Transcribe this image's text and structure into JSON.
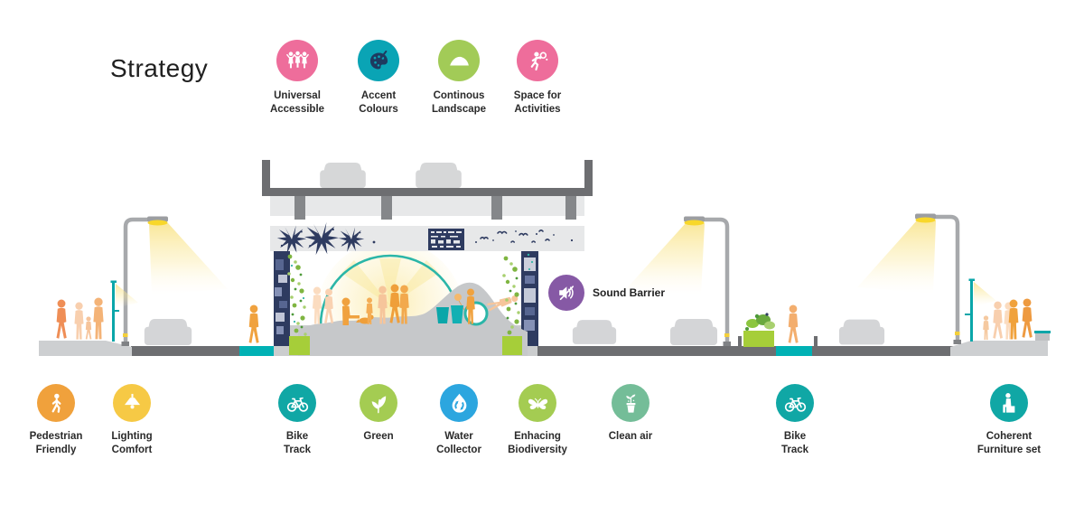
{
  "title": "Strategy",
  "sound_barrier": {
    "label": "Sound Barrier",
    "color": "#8659a5",
    "icon": "muted-speaker-icon"
  },
  "top_icons": [
    {
      "label": "Universal\nAccessible",
      "color": "#ee6d9b",
      "icon": "people-icon"
    },
    {
      "label": "Accent\nColours",
      "color": "#0aa4b5",
      "icon": "palette-icon"
    },
    {
      "label": "Continous\nLandscape",
      "color": "#a2cb57",
      "icon": "landscape-icon"
    },
    {
      "label": "Space for\nActivities",
      "color": "#ee6d9b",
      "icon": "activity-icon"
    }
  ],
  "bottom_icons": [
    {
      "label": "Pedestrian\nFriendly",
      "color": "#f0a13c",
      "icon": "pedestrian-icon"
    },
    {
      "label": "Lighting\nComfort",
      "color": "#f6c945",
      "icon": "lamp-icon"
    },
    {
      "label": "Bike\nTrack",
      "color": "#10a7a5",
      "icon": "bike-icon"
    },
    {
      "label": "Green",
      "color": "#a4cc52",
      "icon": "leaf-icon"
    },
    {
      "label": "Water\nCollector",
      "color": "#2ca6df",
      "icon": "water-icon"
    },
    {
      "label": "Enhacing\nBiodiversity",
      "color": "#a4cc52",
      "icon": "butterfly-icon"
    },
    {
      "label": "Clean air",
      "color": "#74bd98",
      "icon": "plant-icon"
    },
    {
      "label": "Bike\nTrack",
      "color": "#10a7a5",
      "icon": "bike-icon"
    },
    {
      "label": "Coherent\nFurniture set",
      "color": "#10a7a5",
      "icon": "furniture-icon"
    }
  ]
}
